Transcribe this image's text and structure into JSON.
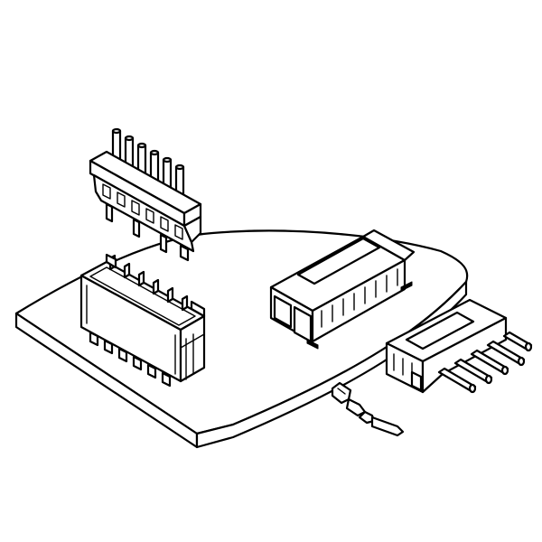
{
  "figure": {
    "line_color": "#000000",
    "background_color": "#ffffff",
    "parts": [
      "pcb-board",
      "vertical-pin-header-plug",
      "through-hole-vertical-header",
      "smt-right-angle-header",
      "right-angle-pin-plug",
      "crimp-terminal"
    ]
  }
}
